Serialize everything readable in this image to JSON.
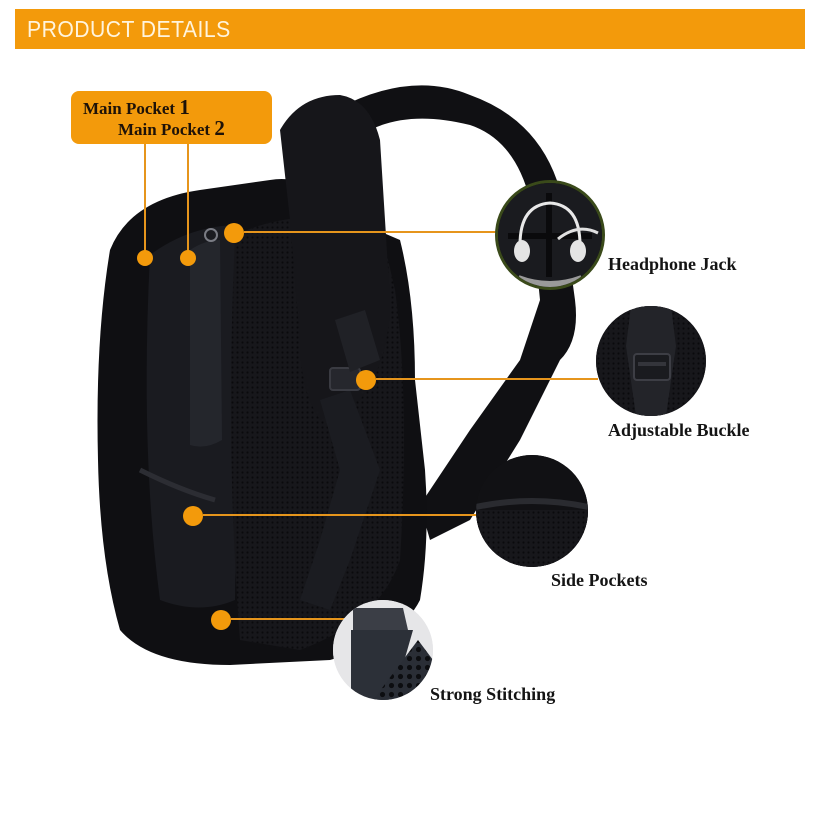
{
  "banner": {
    "title": "PRODUCT DETAILS",
    "color": "#f39a0b"
  },
  "main_pockets": {
    "pocket_1": {
      "label": "Main Pocket",
      "number": "1"
    },
    "pocket_2": {
      "label": "Main Pocket",
      "number": "2"
    }
  },
  "features": [
    {
      "id": "headphone-jack",
      "label": "Headphone Jack",
      "icon": "headphones-icon"
    },
    {
      "id": "adjustable-buckle",
      "label": "Adjustable Buckle",
      "icon": "buckle-icon"
    },
    {
      "id": "side-pockets",
      "label": "Side Pockets",
      "icon": "mesh-pocket-icon"
    },
    {
      "id": "strong-stitching",
      "label": "Strong Stitching",
      "icon": "stitching-icon"
    }
  ],
  "colors": {
    "accent": "#f39a0b",
    "leader_line": "#e6951c",
    "bag": "#0f0f12",
    "text": "#141414"
  }
}
